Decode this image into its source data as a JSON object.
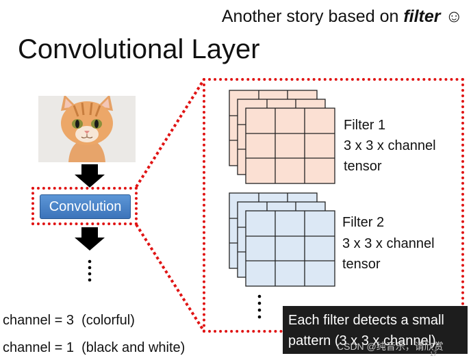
{
  "subtitle": {
    "prefix": "Another story based on ",
    "keyword": "filter",
    "smiley": "☺"
  },
  "title": "Convolutional Layer",
  "convolution_label": "Convolution",
  "filters": [
    {
      "name": "Filter 1",
      "shape": "3 x 3 x channel",
      "kind": "tensor",
      "color": "#fbe0d3"
    },
    {
      "name": "Filter 2",
      "shape": "3 x 3 x channel",
      "kind": "tensor",
      "color": "#dce8f5"
    }
  ],
  "note": {
    "line1": "Each filter detects a small",
    "line2": "pattern (3 x 3 x channel)."
  },
  "channels": [
    {
      "label": "channel = 3",
      "desc": "(colorful)"
    },
    {
      "label": "channel = 1",
      "desc": "(black and white)"
    }
  ],
  "watermark": "CSDN @纯音乐，请欣赏",
  "page_number": "17",
  "colors": {
    "accent_red": "#e01414",
    "button_blue": "#4a84c8",
    "note_bg": "#1d1d1d"
  }
}
